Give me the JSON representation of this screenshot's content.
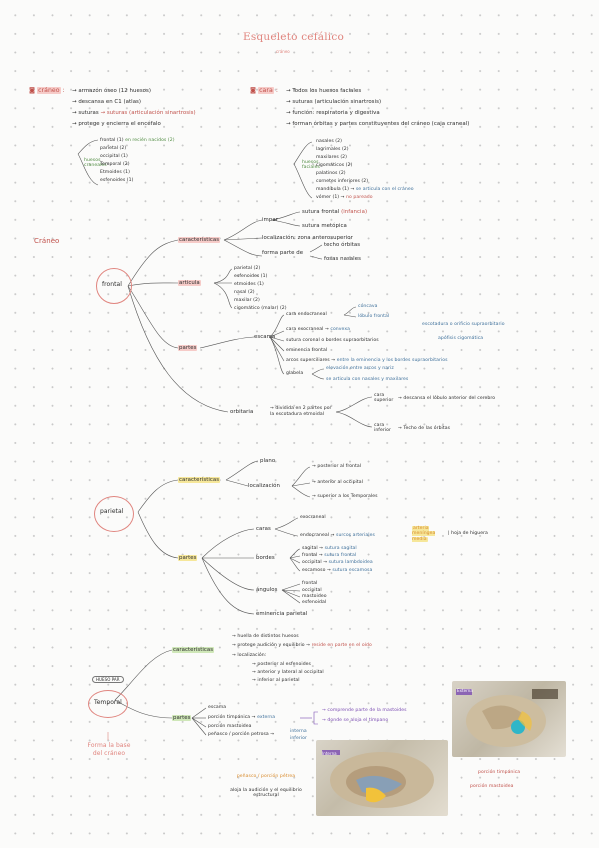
{
  "title": "Esqueleto cefálico",
  "subtitle": "cráneo",
  "colors": {
    "accent_red": "#c0504a",
    "accent_green": "#4d8a3f",
    "accent_blue": "#3d6f9a",
    "highlight_pink": "#f6cbc8",
    "highlight_yellow": "#f6e79a"
  },
  "craneo_intro": {
    "heading": "cráneo",
    "lines": [
      "→ armazón óseo (12 huesos)",
      "→ descansa en C1 (atlas)",
      "→ suturas (articulación sinartrosis)",
      "→ protege y encierra el encéfalo"
    ],
    "huesos_label": "huesos craneales",
    "huesos": [
      "frontal (1)",
      "parietal (2)",
      "occipital (1)",
      "Temporal (2)",
      "Etmoides (1)",
      "esfenoides (1)"
    ],
    "frontal_note": "en recién nacidos (2)"
  },
  "cara_intro": {
    "heading": "cara",
    "lines": [
      "→ Todos los huesos faciales",
      "→ suturas (articulación sinartrosis)",
      "→ función: respiratoria y digestiva",
      "→ forman órbitas y partes constituyentes del cráneo (caja craneal)"
    ],
    "huesos_label": "huesos faciales",
    "huesos": [
      "nasales (2)",
      "lagrimales (2)",
      "maxilares (2)",
      "cigomáticos (2)",
      "palatinos (2)",
      "cornetes inferiores (2)",
      "mandíbula (1)",
      "vómer (1)"
    ],
    "mandibula_note": "se articula con el cráneo",
    "vomer_note": "no pareado"
  },
  "left_label": "Cráneo",
  "frontal": {
    "node": "frontal",
    "caracteristicas": {
      "label": "características",
      "impar": "impar",
      "sutura_frontal": "sutura frontal",
      "sutura_frontal_note": "(infancia)",
      "sutura_metopica": "sutura metópica",
      "localizacion": "localización: zona anterosuperior",
      "forma": "forma parte de",
      "techo": "techo órbitas",
      "fosas": "fosas nasales"
    },
    "articula": {
      "label": "articula",
      "items": [
        "parietal (2)",
        "esfenoides (1)",
        "etmoides (1)",
        "nasal (2)",
        "maxilar (2)",
        "cigomático (malar) (2)"
      ]
    },
    "partes": {
      "label": "partes",
      "escama": "escama",
      "cara_endocraneal": "cara endocraneal",
      "endo_notes": [
        "cóncava",
        "lóbulo frontal"
      ],
      "cara_exocraneal": "cara exocraneal",
      "cara_exo_note": "convexa",
      "borde_supraorbitario": "escotadura o orificio supraorbitario",
      "apofisis": "apófisis cigomática",
      "sutura_coronal": "sutura coronal o bordes supraorbitarios",
      "eminencia": "eminencia frontal",
      "arcos": "arcos superciliares",
      "arcos_note": "entre la eminencia y los bordes supraorbitarios",
      "glabela": "glabela",
      "glabela_notes": [
        "elevación entre arcos y nariz",
        "se articula con nasales y maxilares"
      ],
      "orbitaria": "orbitaria",
      "orbitaria_note": "dividida en 2 partes por la escotadura etmoidal",
      "cara_superior": "cara superior",
      "cara_superior_note": "descansa el lóbulo anterior del cerebro",
      "cara_inferior": "cara inferior",
      "cara_inferior_note": "Techo de las órbitas"
    }
  },
  "parietal": {
    "node": "parietal",
    "caracteristicas": {
      "label": "características",
      "plano": "plano",
      "localizacion": "localización",
      "loc_items": [
        "posterior al frontal",
        "anterior al occipital",
        "superior a los Temporales"
      ]
    },
    "partes": {
      "label": "partes",
      "caras": "caras",
      "exocraneal": "exocraneal",
      "endocraneal": "endocraneal",
      "endo_note": "surcos arteriales",
      "endo_yellow": "arteria meníngea media",
      "endo_note2": "hoja de higuera",
      "bordes": "bordes",
      "bordes_items": [
        "sagital",
        "frontal",
        "occipital",
        "escamoso"
      ],
      "bordes_notes": [
        "sutura sagital",
        "sutura frontal",
        "sutura lambdoidea",
        "sutura escamosa"
      ],
      "angulos": "ángulos",
      "angulos_items": [
        "frontal",
        "occipital",
        "mastoideo",
        "esfenoidal"
      ],
      "eminencia": "eminencia parietal"
    }
  },
  "temporal": {
    "node": "Temporal",
    "tag": "HUESO PAR",
    "note": "Forma la base del cráneo",
    "caracteristicas": {
      "label": "características",
      "items": [
        "→ huella de distintos huesos",
        "→ protege audición y equilibrio",
        "→ localización:"
      ],
      "protege_note": "reside en parte en el oído",
      "loc_items": [
        "→ posterior al esfenoides",
        "→ anterior y lateral al occipital",
        "→ inferior al parietal"
      ]
    },
    "partes": {
      "label": "partes",
      "items": [
        "escama",
        "porción timpánica",
        "porción mastoidea",
        "peñasco / porción petrosa"
      ],
      "timpanica_note": "externa",
      "petrosa_notes": [
        "interna",
        "inferior"
      ],
      "purple_notes": [
        "comprende parte de la mastoides",
        "donde se aloja el tímpano"
      ]
    },
    "photo_labels": {
      "pena": "peñasco / porción pétrea",
      "pena_note": "aloja la audición y el equilibrio estructural",
      "externa": "Externa",
      "timpanica": "porción timpánica",
      "mastoidea": "porción mastoidea",
      "interna": "Interna"
    }
  }
}
